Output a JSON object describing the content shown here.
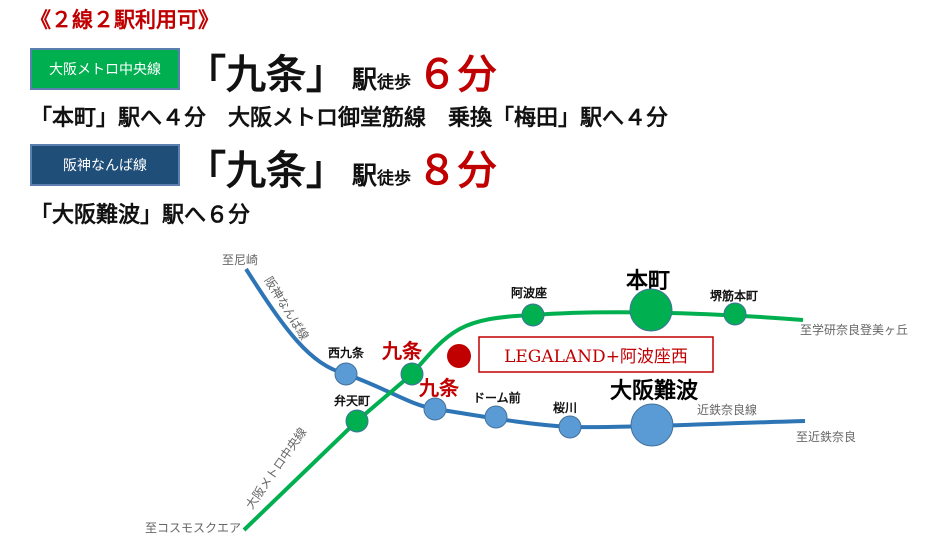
{
  "header": {
    "title": "《２線２駅利用可》"
  },
  "routes": [
    {
      "line": "大阪メトロ中央線",
      "line_color": "#00b050",
      "station": "「九条」",
      "eki": "駅",
      "toho": "徒歩",
      "minutes": "６分",
      "note": "「本町」駅へ４分　大阪メトロ御堂筋線　乗換「梅田」駅へ４分"
    },
    {
      "line": "阪神なんば線",
      "line_color": "#1f4e79",
      "station": "「九条」",
      "eki": "駅",
      "toho": "徒歩",
      "minutes": "８分",
      "note": "「大阪難波」駅へ６分"
    }
  ],
  "map": {
    "to_amagasaki": "至尼崎",
    "hanshin_line": "阪神なんば線",
    "chuo_line": "大阪メトロ中央線",
    "to_cosmo": "至コスモスクエア",
    "to_gakken": "至学研奈良登美ヶ丘",
    "kintetsu_line": "近鉄奈良線",
    "to_nara": "至近鉄奈良",
    "stations": {
      "nishikujo": "西九条",
      "kujo_chuo": "九条",
      "kujo_hanshin": "九条",
      "bentencho": "弁天町",
      "domemae": "ドーム前",
      "sakuragawa": "桜川",
      "namba": "大阪難波",
      "awaza": "阿波座",
      "honmachi": "本町",
      "sakaisuji": "堺筋本町"
    },
    "property": "LEGALAND+阿波座西",
    "colors": {
      "green": "#00b050",
      "blue": "#2e75b6",
      "station_blue": "#5b9bd5",
      "red": "#c00000"
    }
  }
}
